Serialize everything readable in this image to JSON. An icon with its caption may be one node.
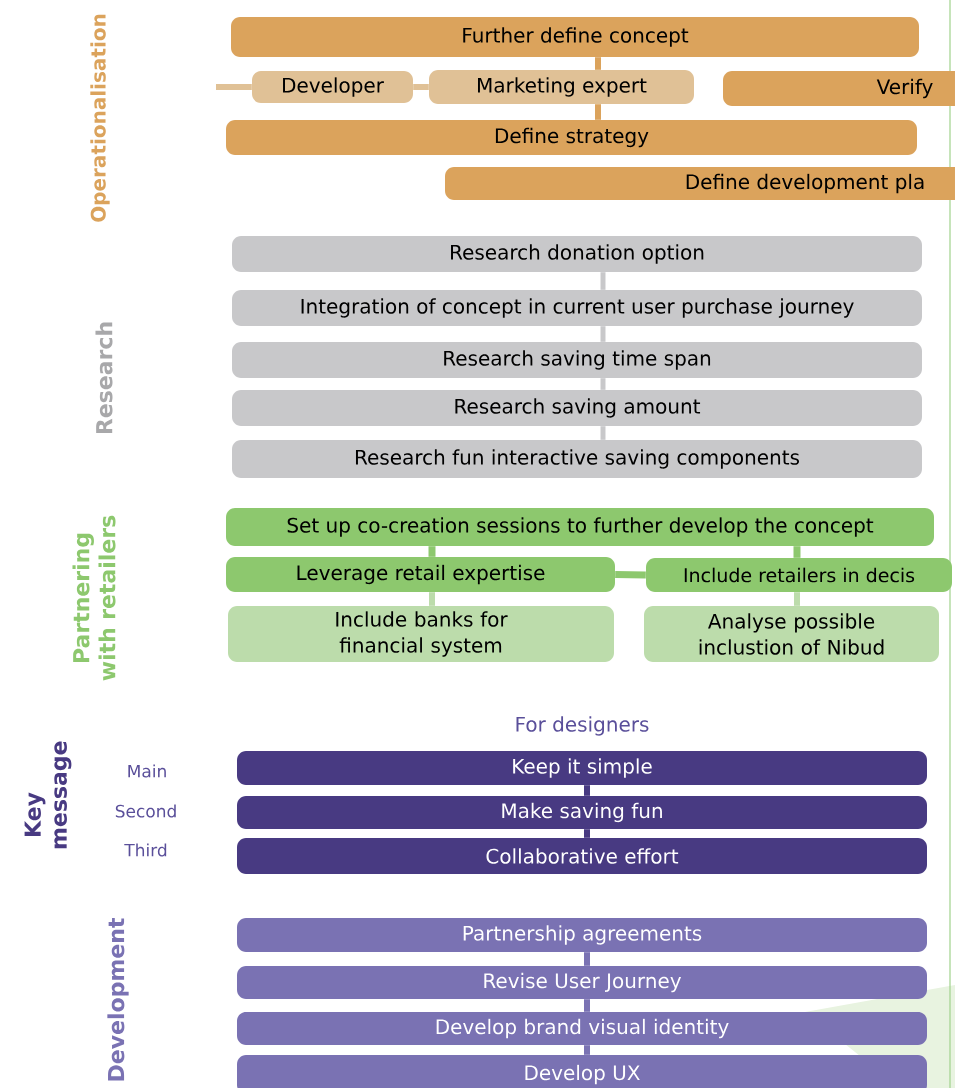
{
  "diagram": {
    "nodes": [
      {
        "text": [
          "Further define concept"
        ]
      },
      {
        "text": [
          "Developer"
        ]
      },
      {
        "text": [
          "Marketing expert"
        ]
      },
      {
        "text": [
          "Verify"
        ]
      },
      {
        "text": [
          "Define strategy"
        ]
      },
      {
        "text": [
          "Define development pla"
        ]
      },
      {
        "text": [
          "Research donation option"
        ]
      },
      {
        "text": [
          "Integration of concept in current user purchase journey"
        ]
      },
      {
        "text": [
          "Research saving time span"
        ]
      },
      {
        "text": [
          "Research saving amount"
        ]
      },
      {
        "text": [
          "Research fun interactive saving components"
        ]
      },
      {
        "text": [
          "Set up co-creation sessions to further develop the concept"
        ]
      },
      {
        "text": [
          "Leverage retail expertise"
        ]
      },
      {
        "text": [
          "Include retailers in decis"
        ]
      },
      {
        "text": [
          "Include banks for financial system"
        ]
      },
      {
        "text": [
          "Analyse possible inclustion of Nibud"
        ]
      },
      {
        "text": [
          "Keep it simple"
        ]
      },
      {
        "text": [
          "Make saving fun"
        ]
      },
      {
        "text": [
          "Collaborative effort"
        ]
      },
      {
        "text": [
          "Partnership agreements"
        ]
      },
      {
        "text": [
          "Revise User Journey"
        ]
      },
      {
        "text": [
          "Develop brand visual identity"
        ]
      },
      {
        "text": [
          "Develop UX"
        ]
      }
    ],
    "edges": [
      {
        "from": null,
        "to": 1,
        "arrow": "none",
        "color": "#e0c196"
      },
      {
        "from": 1,
        "to": 2,
        "arrow": "none",
        "color": "#e0c196"
      },
      {
        "from": 0,
        "to": 2,
        "arrow": "none",
        "color": "#dba35c"
      },
      {
        "from": 2,
        "to": 4,
        "arrow": "none",
        "color": "#dba35c"
      },
      {
        "from": 6,
        "to": 7,
        "arrow": "none",
        "color": "#c8c8ca"
      },
      {
        "from": 7,
        "to": 8,
        "arrow": "none",
        "color": "#c8c8ca"
      },
      {
        "from": 8,
        "to": 9,
        "arrow": "none",
        "color": "#c8c8ca"
      },
      {
        "from": 9,
        "to": 10,
        "arrow": "none",
        "color": "#c8c8ca"
      },
      {
        "from": 11,
        "to": 12,
        "arrow": "none",
        "color": "#8dc86e"
      },
      {
        "from": 11,
        "to": 13,
        "arrow": "none",
        "color": "#8dc86e"
      },
      {
        "from": 12,
        "to": 13,
        "arrow": "none",
        "color": "#8dc86e"
      },
      {
        "from": 12,
        "to": 14,
        "arrow": "none",
        "color": "#bcdcab"
      },
      {
        "from": 13,
        "to": 15,
        "arrow": "none",
        "color": "#bcdcab"
      },
      {
        "from": 16,
        "to": 17,
        "arrow": "none",
        "color": "#483a82"
      },
      {
        "from": 17,
        "to": 18,
        "arrow": "none",
        "color": "#483a82"
      },
      {
        "from": 19,
        "to": 20,
        "arrow": "none",
        "color": "#7a72b3"
      },
      {
        "from": 20,
        "to": 21,
        "arrow": "none",
        "color": "#7a72b3"
      },
      {
        "from": 21,
        "to": 22,
        "arrow": "none",
        "color": "#7a72b3"
      }
    ],
    "labels": [
      "Operationalisation",
      "Research",
      "Partnering with retailers",
      "For designers",
      "Key message",
      "Main",
      "Second",
      "Third",
      "Development"
    ]
  }
}
